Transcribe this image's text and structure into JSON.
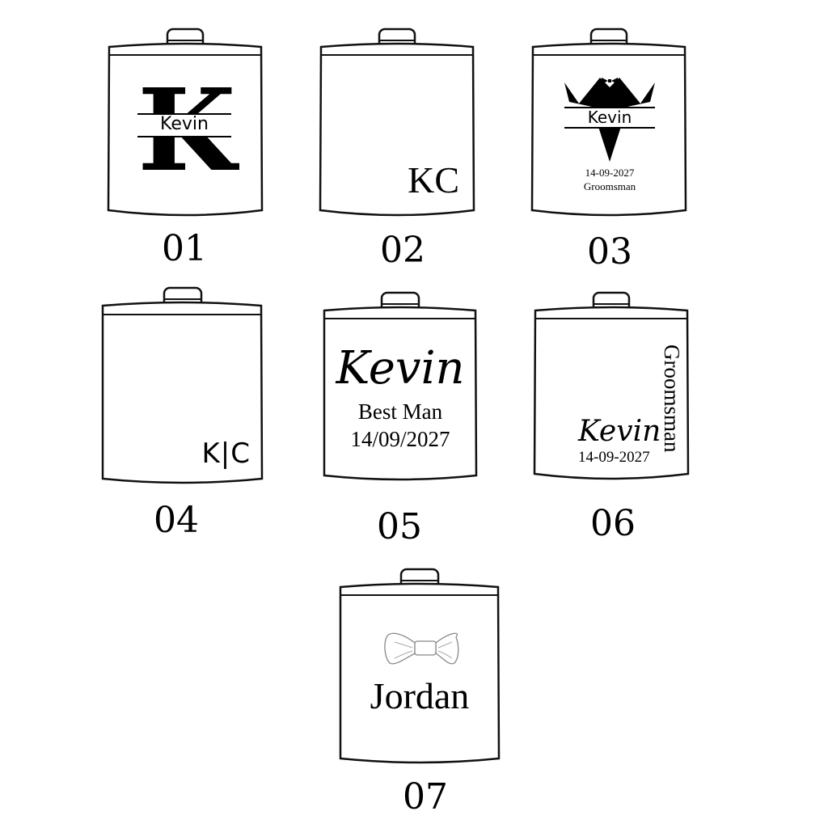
{
  "items": [
    {
      "number": "01",
      "name": "Kevin",
      "initial": "K"
    },
    {
      "number": "02",
      "monogram": "KC"
    },
    {
      "number": "03",
      "name": "Kevin",
      "date": "14-09-2027",
      "role": "Groomsman"
    },
    {
      "number": "04",
      "monogram": "K|C"
    },
    {
      "number": "05",
      "name": "Kevin",
      "role": "Best Man",
      "date": "14/09/2027"
    },
    {
      "number": "06",
      "name": "Kevin",
      "date": "14-09-2027",
      "role": "Groomsman"
    },
    {
      "number": "07",
      "name": "Jordan",
      "decoration": "bow-tie-icon"
    }
  ],
  "colors": {
    "ink": "#000000",
    "line": "#111111",
    "bowtie": "#888888"
  }
}
